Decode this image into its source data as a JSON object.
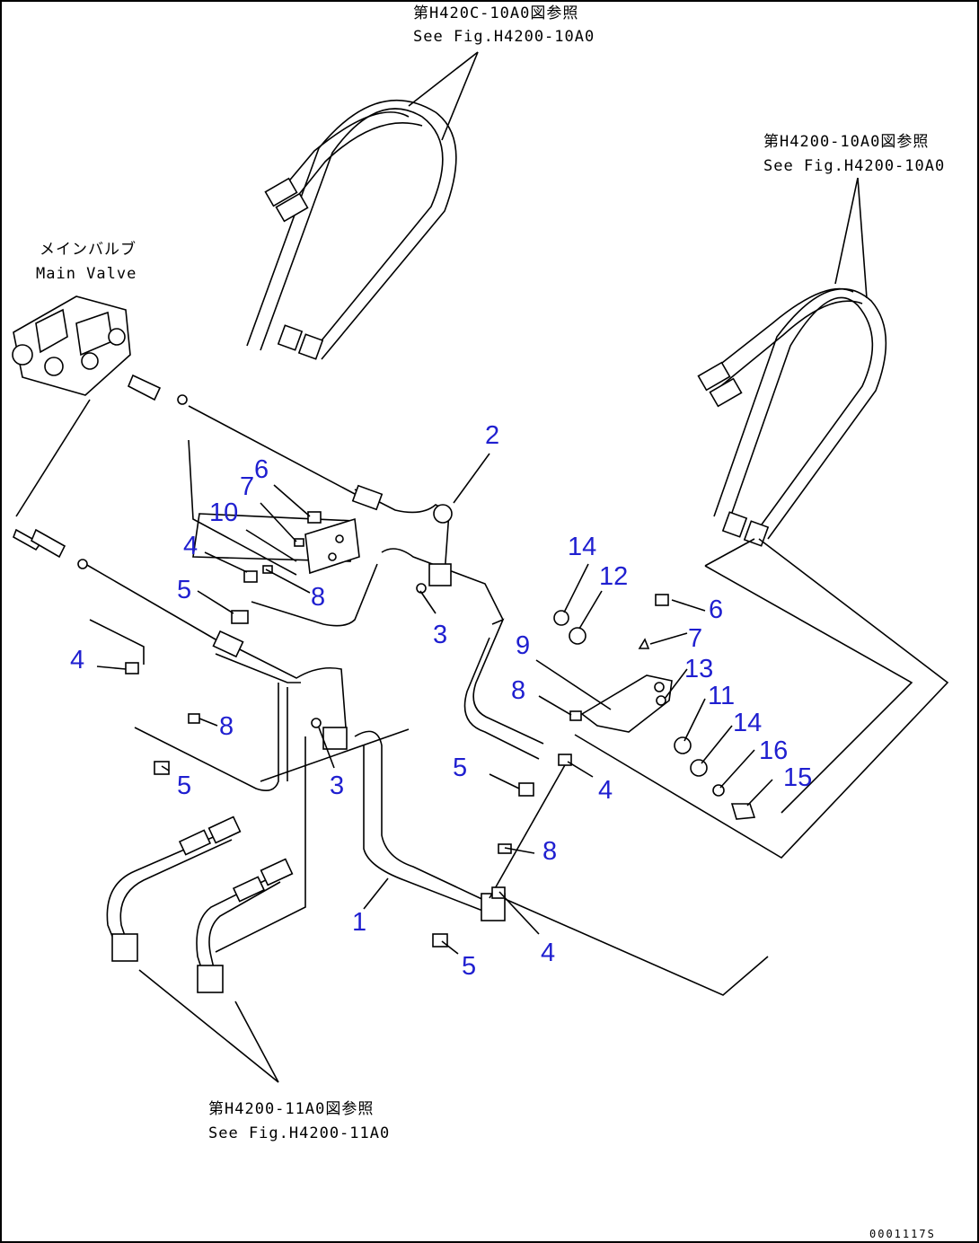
{
  "references": {
    "top_center": {
      "jp": "第H420C-10A0図参照",
      "en": "See Fig.H4200-10A0"
    },
    "top_right": {
      "jp": "第H4200-10A0図参照",
      "en": "See Fig.H4200-10A0"
    },
    "main_valve": {
      "jp": "メインバルブ",
      "en": "Main Valve"
    },
    "bottom": {
      "jp": "第H4200-11A0図参照",
      "en": "See Fig.H4200-11A0"
    }
  },
  "callouts": [
    "1",
    "2",
    "3",
    "3",
    "4",
    "4",
    "4",
    "4",
    "5",
    "5",
    "5",
    "5",
    "6",
    "6",
    "7",
    "7",
    "8",
    "8",
    "8",
    "8",
    "9",
    "10",
    "11",
    "12",
    "13",
    "14",
    "14",
    "15",
    "16"
  ],
  "drawing_code": "0001117S",
  "colors": {
    "callout": "#1f1fd0",
    "line": "#000000",
    "background": "#ffffff"
  }
}
